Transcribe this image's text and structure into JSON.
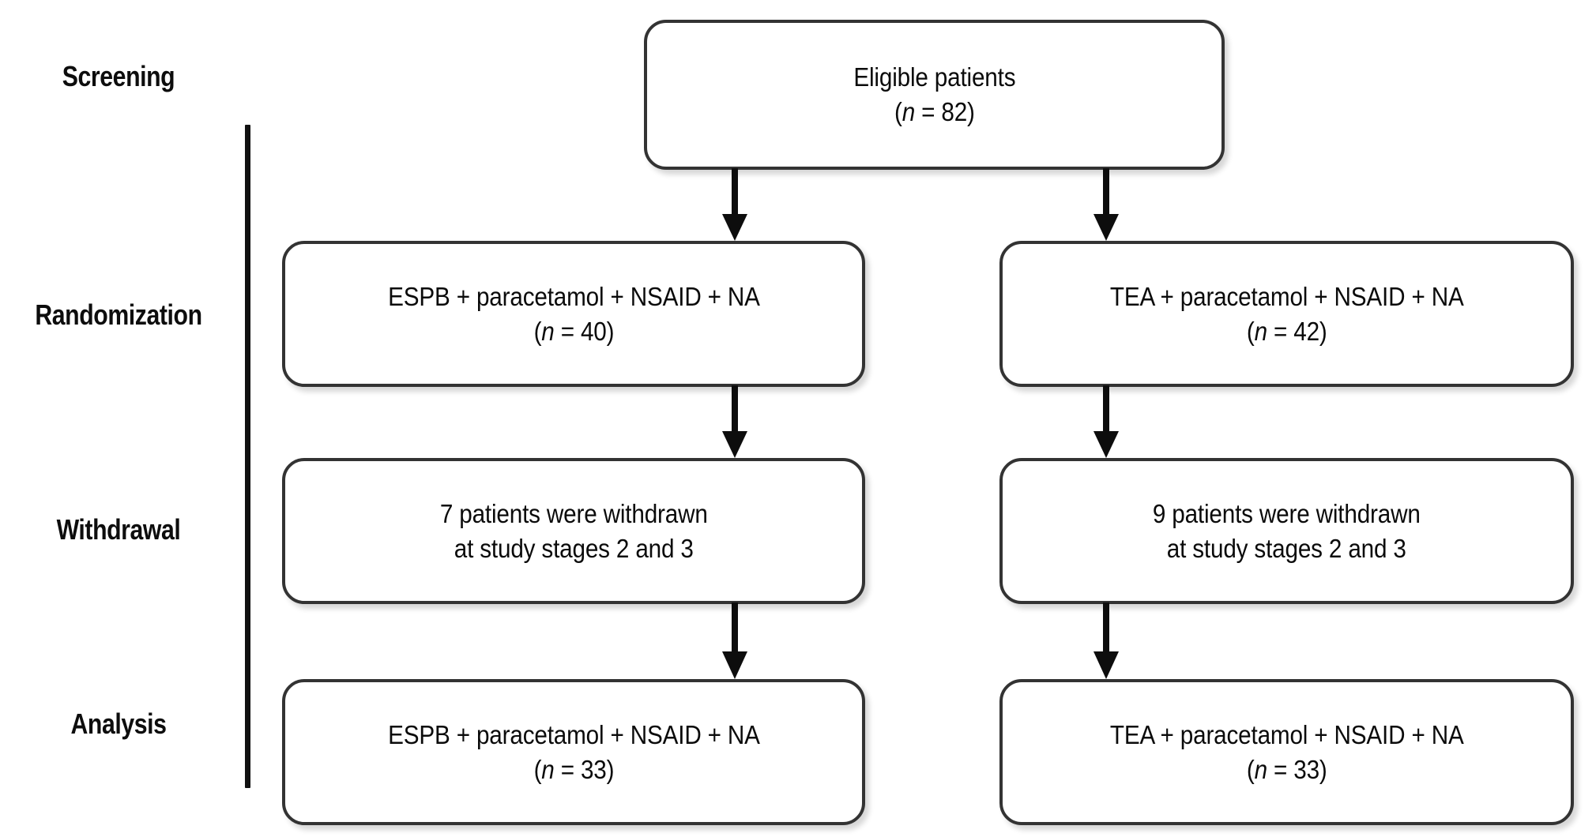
{
  "figure": {
    "type": "flowchart",
    "kind": "CONSORT participant flow diagram",
    "background_color": "#ffffff",
    "line_color": "#333333",
    "text_color": "#0b0b0b"
  },
  "stages": [
    {
      "id": "screening",
      "label": "Screening"
    },
    {
      "id": "randomization",
      "label": "Randomization"
    },
    {
      "id": "withdrawal",
      "label": "Withdrawal"
    },
    {
      "id": "analysis",
      "label": "Analysis"
    }
  ],
  "nodes": {
    "eligible": {
      "line1": "Eligible patients",
      "n_prefix": "(",
      "n_symbol": "n",
      "n_equals": " = ",
      "n_value": "82",
      "n_suffix": ")"
    },
    "randomization_left": {
      "line1": "ESPB + paracetamol + NSAID + NA",
      "n_prefix": "(",
      "n_symbol": "n",
      "n_equals": " = ",
      "n_value": "40",
      "n_suffix": ")"
    },
    "randomization_right": {
      "line1": "TEA + paracetamol + NSAID + NA",
      "n_prefix": "(",
      "n_symbol": "n",
      "n_equals": " = ",
      "n_value": "42",
      "n_suffix": ")"
    },
    "withdrawal_left": {
      "line1": "7 patients were withdrawn",
      "line2": "at study stages 2 and 3"
    },
    "withdrawal_right": {
      "line1": "9 patients were withdrawn",
      "line2": "at study stages 2 and 3"
    },
    "analysis_left": {
      "line1": "ESPB + paracetamol + NSAID + NA",
      "n_prefix": "(",
      "n_symbol": "n",
      "n_equals": " = ",
      "n_value": "33",
      "n_suffix": ")"
    },
    "analysis_right": {
      "line1": "TEA + paracetamol + NSAID + NA",
      "n_prefix": "(",
      "n_symbol": "n",
      "n_equals": " = ",
      "n_value": "33",
      "n_suffix": ")"
    }
  },
  "connectors": [
    {
      "id": "eligible-to-left-arm",
      "from": "eligible",
      "to": "randomization_left",
      "icon": "down-arrow-icon"
    },
    {
      "id": "eligible-to-right-arm",
      "from": "eligible",
      "to": "randomization_right",
      "icon": "down-arrow-icon"
    },
    {
      "id": "left-arm-to-left-withdrawal",
      "from": "randomization_left",
      "to": "withdrawal_left",
      "icon": "down-arrow-icon"
    },
    {
      "id": "right-arm-to-right-withdrawal",
      "from": "randomization_right",
      "to": "withdrawal_right",
      "icon": "down-arrow-icon"
    },
    {
      "id": "left-withdrawal-to-left-analysis",
      "from": "withdrawal_left",
      "to": "analysis_left",
      "icon": "down-arrow-icon"
    },
    {
      "id": "right-withdrawal-to-right-analysis",
      "from": "withdrawal_right",
      "to": "analysis_right",
      "icon": "down-arrow-icon"
    }
  ]
}
